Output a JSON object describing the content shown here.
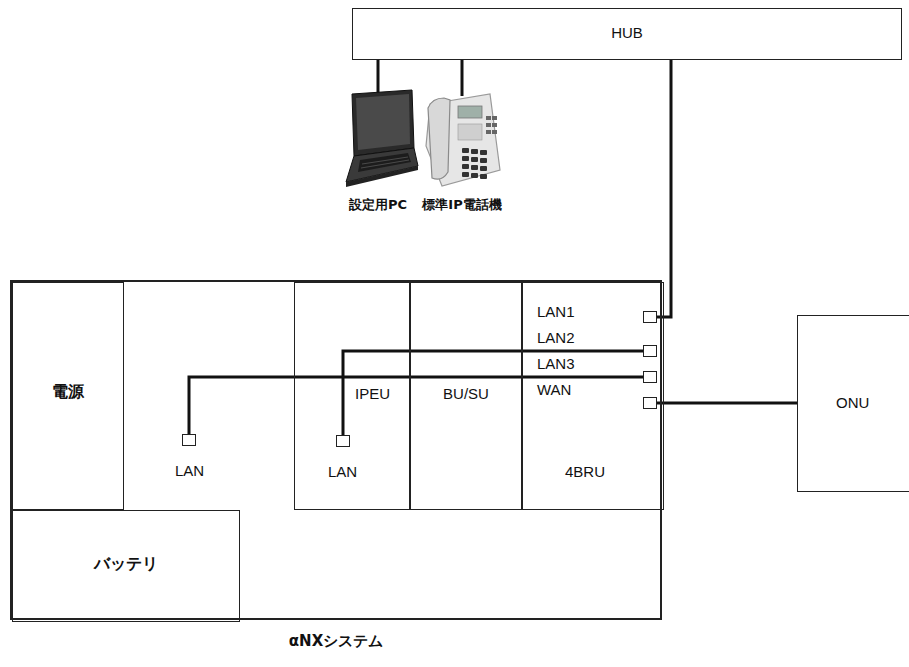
{
  "diagram": {
    "nodes": [
      {
        "text": [
          "HUB"
        ]
      },
      {
        "text": [
          "設定用PC"
        ]
      },
      {
        "text": [
          "標準IP電話機"
        ]
      },
      {
        "text": [
          "αNXシステム"
        ]
      },
      {
        "text": [
          "電源"
        ],
        "in": 3
      },
      {
        "text": [
          "LAN"
        ],
        "in": 3
      },
      {
        "text": [
          "IPEU",
          "LAN"
        ],
        "in": 3
      },
      {
        "text": [
          "BU/SU"
        ],
        "in": 3
      },
      {
        "text": [
          "LAN1",
          "LAN2",
          "LAN3",
          "WAN",
          "4BRU"
        ],
        "in": 3
      },
      {
        "text": [
          "バッテリ"
        ],
        "in": 3
      },
      {
        "text": [
          "ONU"
        ]
      }
    ],
    "edges": [
      {
        "from": 0,
        "to": 1,
        "arrow": "none"
      },
      {
        "from": 0,
        "to": 2,
        "arrow": "none"
      },
      {
        "from": 0,
        "to": 8,
        "arrow": "none"
      },
      {
        "from": 8,
        "to": 6,
        "arrow": "none"
      },
      {
        "from": 8,
        "to": 5,
        "arrow": "none"
      },
      {
        "from": 8,
        "to": 10,
        "arrow": "none"
      }
    ]
  }
}
